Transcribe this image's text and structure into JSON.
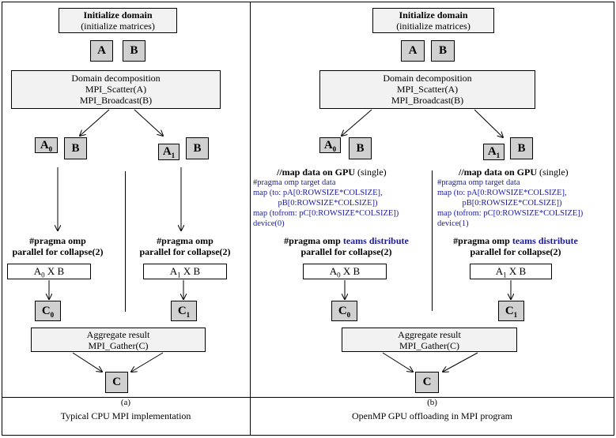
{
  "left": {
    "init_title": "Initialize domain",
    "init_sub": "(initialize  matrices)",
    "mat_a": "A",
    "mat_b": "B",
    "decomp_title": "Domain  decomposition",
    "decomp_scatter": "MPI_Scatter(A)",
    "decomp_broadcast": "MPI_Broadcast(B)",
    "a0": "A",
    "a0_sub": "0",
    "b0": "B",
    "a1": "A",
    "a1_sub": "1",
    "b1": "B",
    "pragma0_line1": "#pragma  omp",
    "pragma0_line2": "parallel  for collapse(2)",
    "pragma1_line1": "#pragma  omp",
    "pragma1_line2": "parallel  for collapse(2)",
    "mult0_a": "A",
    "mult0_sub": "0",
    "mult0_rest": " X B",
    "mult1_a": "A",
    "mult1_sub": "1",
    "mult1_rest": " X B",
    "c0": "C",
    "c0_sub": "0",
    "c1": "C",
    "c1_sub": "1",
    "agg_title": "Aggregate  result",
    "agg_gather": "MPI_Gather(C)",
    "c_final": "C",
    "caption_letter": "(a)",
    "caption": "Typical  CPU  MPI  implementation"
  },
  "right": {
    "init_title": "Initialize domain",
    "init_sub": "(initialize  matrices)",
    "mat_a": "A",
    "mat_b": "B",
    "decomp_title": "Domain  decomposition",
    "decomp_scatter": "MPI_Scatter(A)",
    "decomp_broadcast": "MPI_Broadcast(B)",
    "a0": "A",
    "a0_sub": "0",
    "b0": "B",
    "a1": "A",
    "a1_sub": "1",
    "b1": "B",
    "map0_title": "//map data on GPU",
    "map0_single": " (single)",
    "map0_code": [
      "#pragma omp target data",
      "map (to: pA[0:ROWSIZE*COLSIZE],",
      "            pB[0:ROWSIZE*COLSIZE])",
      "map (tofrom: pC[0:ROWSIZE*COLSIZE])",
      "device(0)"
    ],
    "map1_title": "//map data on GPU",
    "map1_single": " (single)",
    "map1_code": [
      "#pragma omp target data",
      "map (to: pA[0:ROWSIZE*COLSIZE],",
      "            pB[0:ROWSIZE*COLSIZE])",
      "map (tofrom: pC[0:ROWSIZE*COLSIZE])",
      "device(1)"
    ],
    "pragma0_a": "#pragma  omp  ",
    "pragma0_b": "teams distribute",
    "pragma0_line2": "parallel  for collapse(2)",
    "pragma1_a": "#pragma  omp  ",
    "pragma1_b": "teams distribute",
    "pragma1_line2": "parallel  for collapse(2)",
    "mult0_a": "A",
    "mult0_sub": "0",
    "mult0_rest": " X B",
    "mult1_a": "A",
    "mult1_sub": "1",
    "mult1_rest": " X B",
    "c0": "C",
    "c0_sub": "0",
    "c1": "C",
    "c1_sub": "1",
    "agg_title": "Aggregate  result",
    "agg_gather": "MPI_Gather(C)",
    "c_final": "C",
    "caption_letter": "(b)",
    "caption": "OpenMP  GPU  offloading  in  MPI  program"
  }
}
